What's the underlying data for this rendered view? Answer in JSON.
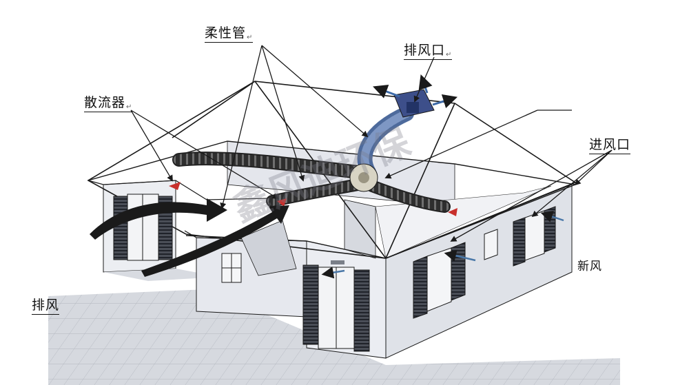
{
  "labels": {
    "flexible_duct": "柔性管",
    "exhaust_outlet": "排风口",
    "diffuser": "散流器",
    "intake_vent": "进风口",
    "fresh_air": "新风",
    "exhaust": "排风"
  },
  "watermark": "鑫风迪环保",
  "colors": {
    "line": "#1a1a1a",
    "wall": "#e9ebf0",
    "roof_fill": "#ffffff",
    "duct": "#2a2a2a",
    "fan_unit": "#3d4f8a",
    "fresh_arrow": "#4a78a8",
    "diffuser_red": "#c8302c",
    "floor_tile": "#c9ccd3"
  }
}
